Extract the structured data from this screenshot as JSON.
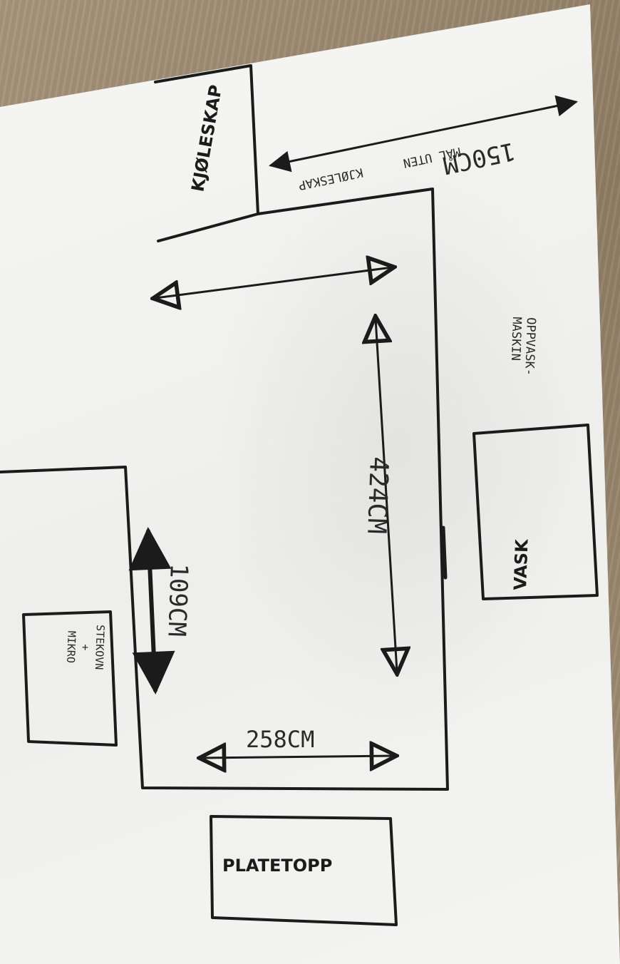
{
  "labels": {
    "fridge": "KJØLESKAP",
    "measure_note_line1": "MÅL UTEN",
    "measure_note_line2": "KJØLESKAP",
    "width_top": "150CM",
    "dishwasher_line1": "OPPVASK-",
    "dishwasher_line2": "MASKIN",
    "sink": "VASK",
    "length_right": "424CM",
    "oven_line1": "STEKOVN",
    "oven_line2": "+",
    "oven_line3": "MIKRO",
    "depth_left": "109CM",
    "width_bottom": "258CM",
    "cooktop": "PLATETOPP"
  },
  "colors": {
    "ink": "#1b1b1b",
    "paper": "#f3f3f1",
    "table": "#9c8a72"
  }
}
